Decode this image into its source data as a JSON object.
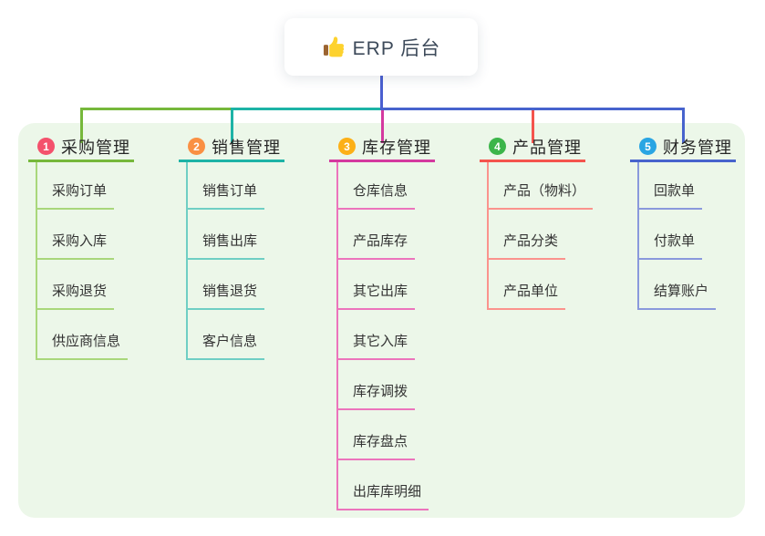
{
  "root": {
    "label": "ERP 后台",
    "icon": "thumbs-up-icon"
  },
  "colors": {
    "panel_bg": "#ecf7e9",
    "root_connector": "#4a5fd0",
    "root_text": "#3d4a5a"
  },
  "branches": [
    {
      "number": "1",
      "label": "采购管理",
      "circle_color": "#f4516c",
      "line_color": "#76b83b",
      "child_line_color": "#a9d77b",
      "children": [
        "采购订单",
        "采购入库",
        "采购退货",
        "供应商信息"
      ]
    },
    {
      "number": "2",
      "label": "销售管理",
      "circle_color": "#fa9043",
      "line_color": "#1db3a6",
      "child_line_color": "#6fcfc4",
      "children": [
        "销售订单",
        "销售出库",
        "销售退货",
        "客户信息"
      ]
    },
    {
      "number": "3",
      "label": "库存管理",
      "circle_color": "#fcb017",
      "line_color": "#d4399f",
      "child_line_color": "#ec74bc",
      "children": [
        "仓库信息",
        "产品库存",
        "其它出库",
        "其它入库",
        "库存调拨",
        "库存盘点",
        "出库库明细"
      ]
    },
    {
      "number": "4",
      "label": "产品管理",
      "circle_color": "#3cb54a",
      "line_color": "#f4544d",
      "child_line_color": "#fb938d",
      "children": [
        "产品（物料）",
        "产品分类",
        "产品单位"
      ]
    },
    {
      "number": "5",
      "label": "财务管理",
      "circle_color": "#29a5e3",
      "line_color": "#4763cd",
      "child_line_color": "#8a99dc",
      "children": [
        "回款单",
        "付款单",
        "结算账户"
      ]
    }
  ]
}
